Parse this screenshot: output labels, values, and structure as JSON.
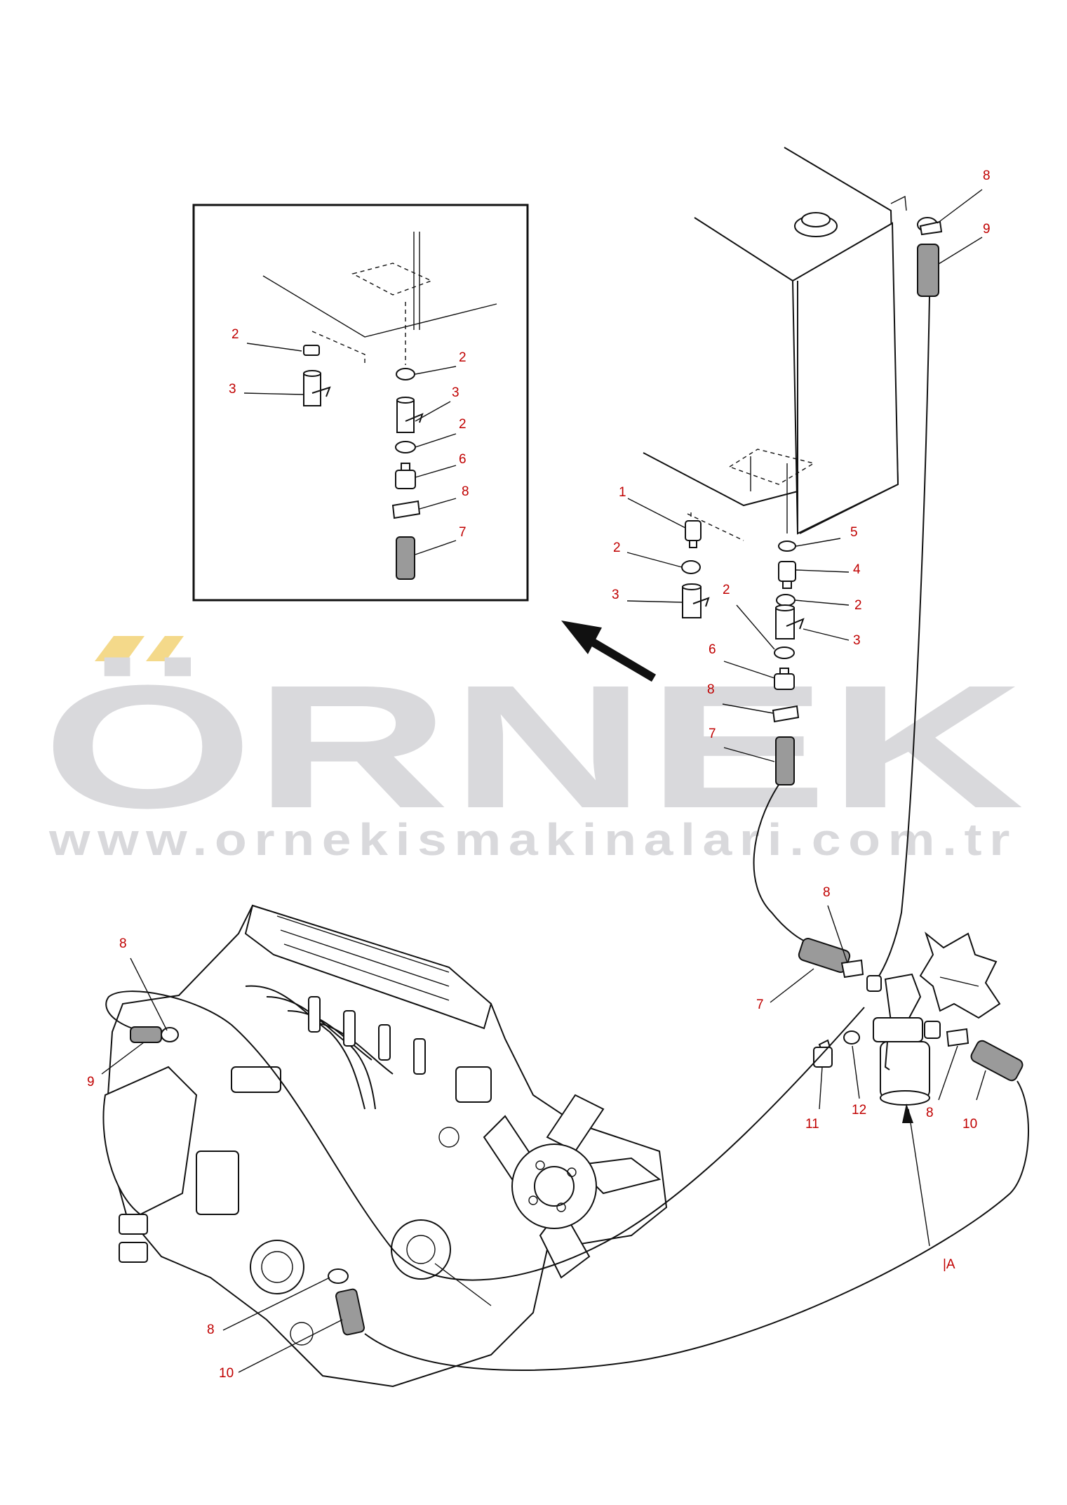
{
  "watermark": {
    "brand": "ÖRNEK",
    "url": "www.ornekismakinalari.com.tr",
    "accent_color": "#f4d98a",
    "text_color": "#d9d9dc"
  },
  "callout_color": "#c00000",
  "callouts": {
    "inset": [
      {
        "id": "i2a",
        "label": "2"
      },
      {
        "id": "i3a",
        "label": "3"
      },
      {
        "id": "i2b",
        "label": "2"
      },
      {
        "id": "i3b",
        "label": "3"
      },
      {
        "id": "i2c",
        "label": "2"
      },
      {
        "id": "i6",
        "label": "6"
      },
      {
        "id": "i8",
        "label": "8"
      },
      {
        "id": "i7",
        "label": "7"
      }
    ],
    "tank": [
      {
        "id": "t8",
        "label": "8"
      },
      {
        "id": "t9",
        "label": "9"
      },
      {
        "id": "t1",
        "label": "1"
      },
      {
        "id": "t2a",
        "label": "2"
      },
      {
        "id": "t3a",
        "label": "3"
      },
      {
        "id": "t5",
        "label": "5"
      },
      {
        "id": "t4",
        "label": "4"
      },
      {
        "id": "t2b",
        "label": "2"
      },
      {
        "id": "t3b",
        "label": "3"
      },
      {
        "id": "t2c",
        "label": "2"
      },
      {
        "id": "t6",
        "label": "6"
      },
      {
        "id": "t8b",
        "label": "8"
      },
      {
        "id": "t7",
        "label": "7"
      }
    ],
    "filter": [
      {
        "id": "f8a",
        "label": "8"
      },
      {
        "id": "f7",
        "label": "7"
      },
      {
        "id": "f11",
        "label": "11"
      },
      {
        "id": "f12",
        "label": "12"
      },
      {
        "id": "f8b",
        "label": "8"
      },
      {
        "id": "f10",
        "label": "10"
      },
      {
        "id": "fA",
        "label": "|A"
      }
    ],
    "engine": [
      {
        "id": "e8a",
        "label": "8"
      },
      {
        "id": "e9",
        "label": "9"
      },
      {
        "id": "e8b",
        "label": "8"
      },
      {
        "id": "e10",
        "label": "10"
      }
    ]
  }
}
